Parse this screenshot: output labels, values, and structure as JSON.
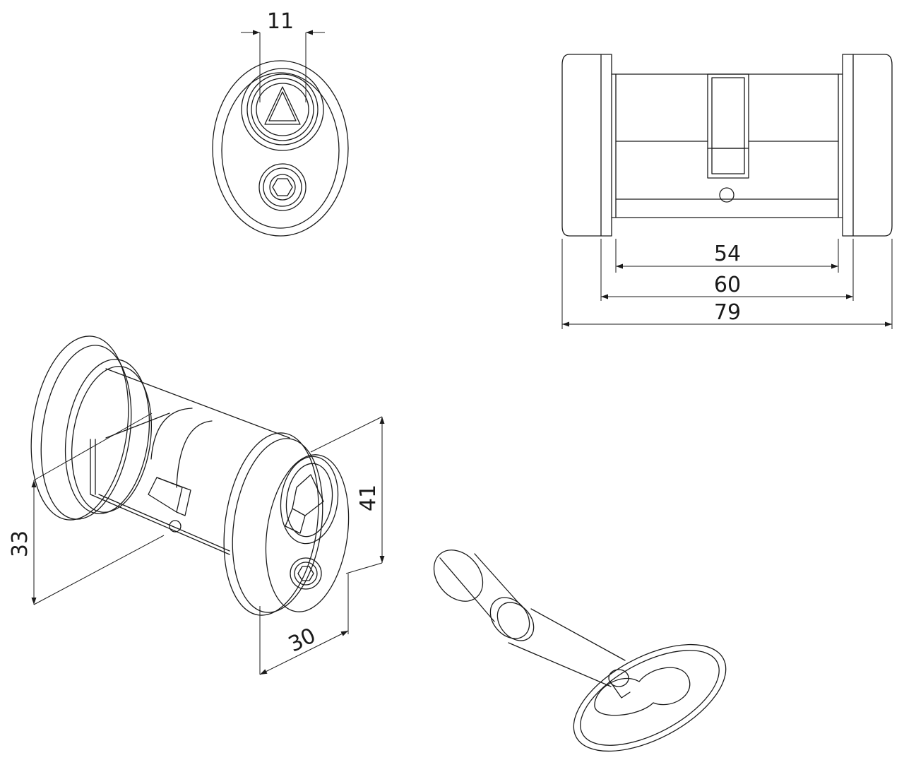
{
  "drawing": {
    "dimensions": {
      "key_width": "11",
      "inner_length": "54",
      "body_length": "60",
      "total_length": "79",
      "height": "41",
      "depth": "30",
      "offset": "33"
    }
  }
}
